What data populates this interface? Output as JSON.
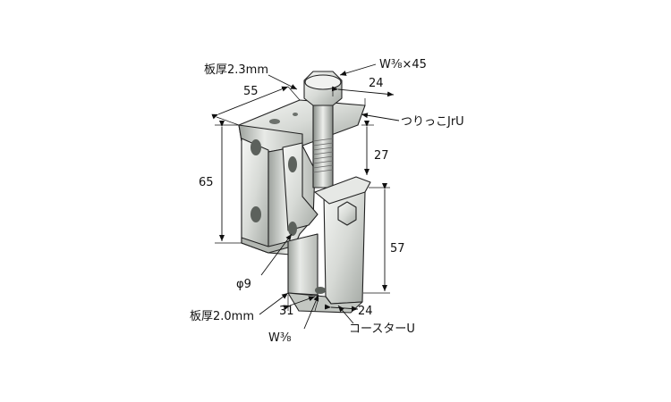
{
  "labels": {
    "bolt_spec": "W⅜×45",
    "plate_thickness_top": "板厚2.3mm",
    "width_top": "55",
    "bolt_offset": "24",
    "part_upper": "つりっこJrU",
    "dim_27": "27",
    "height_left": "65",
    "dim_57": "57",
    "hole_dia": "φ9",
    "plate_thickness_bottom": "板厚2.0mm",
    "bottom_width": "31",
    "bottom_depth": "24",
    "bottom_thread": "W⅜",
    "part_lower": "コースターU"
  },
  "colors": {
    "metal_light": "#eef0ee",
    "metal_mid": "#c9ccc8",
    "metal_dark": "#7b807b",
    "hole": "#5c615c",
    "line": "#111111"
  }
}
